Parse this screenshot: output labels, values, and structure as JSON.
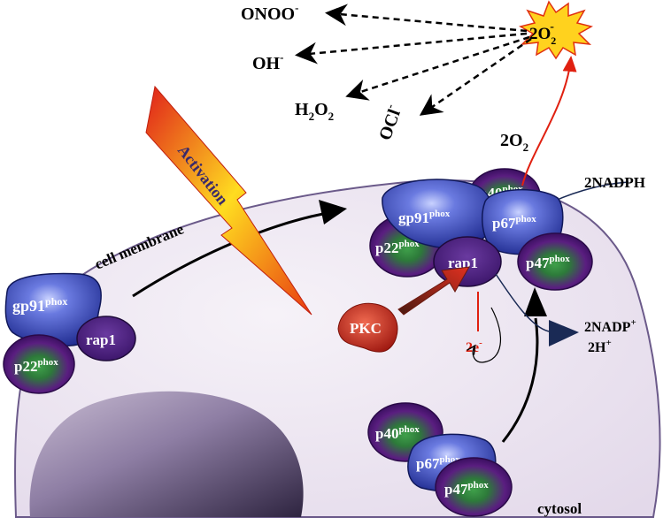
{
  "labels": {
    "cell_membrane": "cell membrane",
    "cytosol": "cytosol",
    "activation": "Activation",
    "nadph": "2NADPH",
    "nadp": "2NADP",
    "nadp_sup": "+",
    "h": "2H",
    "h_sup": "+",
    "two_e": "2e",
    "two_e_sup": "-",
    "pkc": "PKC"
  },
  "ros": {
    "superoxide_base": "2O",
    "superoxide_sub": "2",
    "superoxide_sup": "-",
    "oxygen_base": "2O",
    "oxygen_sub": "2",
    "onoo_base": "ONOO",
    "onoo_sup": "-",
    "oh_base": "OH",
    "oh_sup": "-",
    "h2o2_a": "H",
    "h2o2_s1": "2",
    "h2o2_b": "O",
    "h2o2_s2": "2",
    "ocl_base": "OCl",
    "ocl_sup": "-"
  },
  "proteins": {
    "gp91": "gp91",
    "p22": "p22",
    "p40": "p40",
    "p67": "p67",
    "p47": "p47",
    "rap1": "rap1",
    "phox": "phox"
  },
  "colors": {
    "cell_fill": "#efe9f2",
    "cell_stroke": "#6b5a8a",
    "gp91_blue": "#2f3fae",
    "purple": "#4a1a78",
    "green_center": "#2e8a3a",
    "pkc_red": "#c0392b",
    "red_line": "#e02010",
    "arrow_navy": "#1a2a55"
  }
}
